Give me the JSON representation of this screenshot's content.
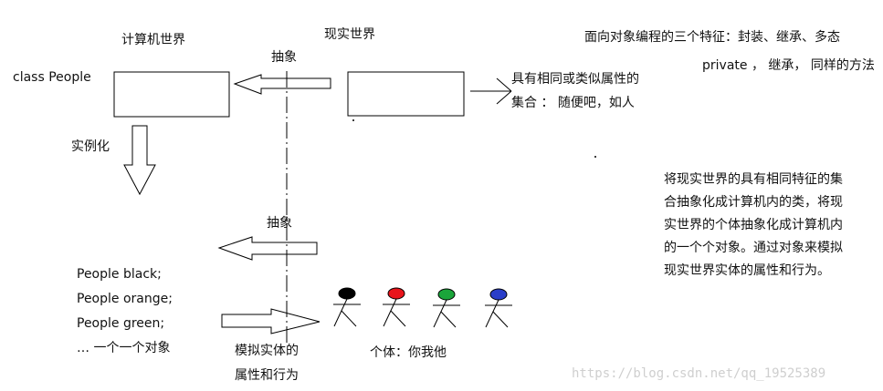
{
  "labels": {
    "computer_world": "计算机世界",
    "real_world": "现实世界",
    "class_people": "class People",
    "abstract_top": "抽象",
    "instantiate": "实例化",
    "abstract_mid": "抽象",
    "same_property_1": "具有相同或类似属性的",
    "same_property_2": "集合 ： 随便吧，如人",
    "oop_features": "面向对象编程的三个特征：封装、继承、多态",
    "oop_features_2": "private ， 继承， 同样的方法",
    "simulate_1": "模拟实体的",
    "simulate_2": "属性和行为",
    "individual": "个体：你我他"
  },
  "objects": [
    "People black;",
    "People orange;",
    "People green;",
    "…   一个一个对象"
  ],
  "description_lines": [
    "将现实世界的具有相同特征的集",
    "合抽象化成计算机内的类，将现",
    "实世界的个体抽象化成计算机内",
    "的一个个对象。通过对象来模拟",
    "现实世界实体的属性和行为。"
  ],
  "people_colors": [
    "#000000",
    "#e8141b",
    "#1aa53a",
    "#2a3ec9"
  ],
  "watermark": "https://blog.csdn.net/qq_19525389"
}
